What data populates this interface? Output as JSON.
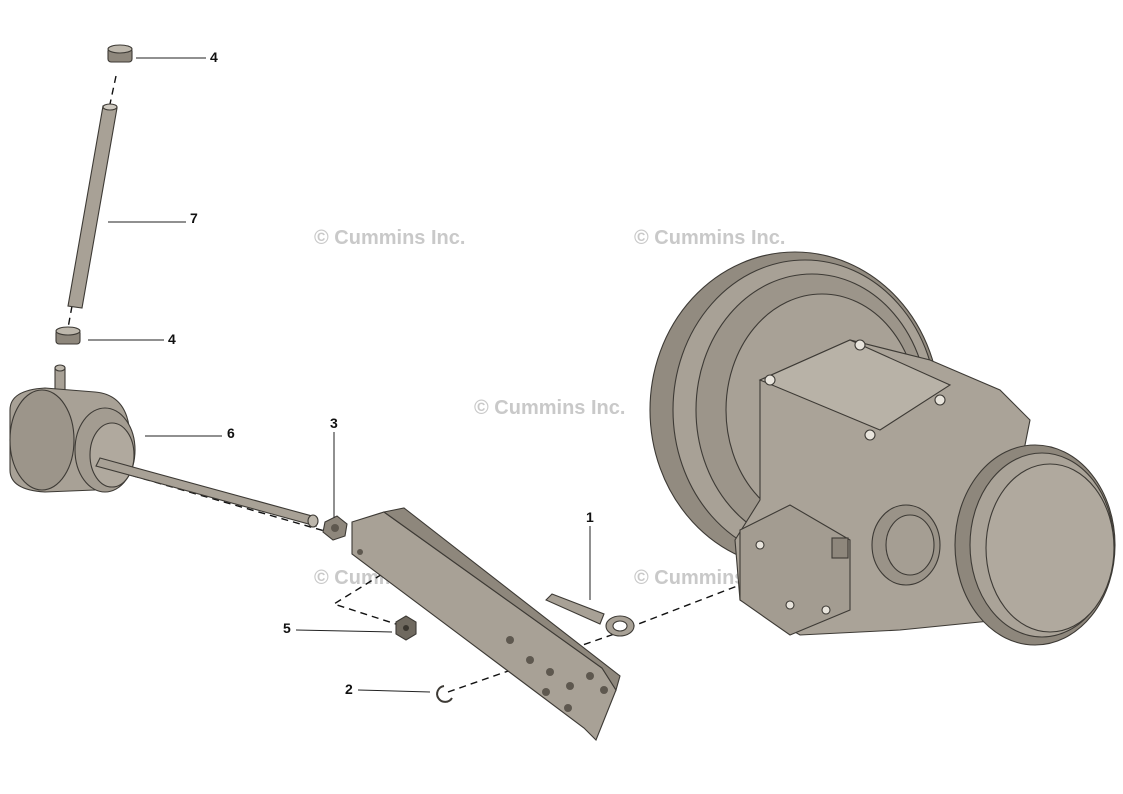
{
  "watermark": "© Cummins Inc.",
  "callouts": [
    "1",
    "2",
    "3",
    "4",
    "4",
    "5",
    "6",
    "7"
  ],
  "colors": {
    "part_fill": "#a8a196",
    "part_dark": "#7f786e",
    "part_light": "#bdb7ac",
    "outline": "#3d3a35"
  }
}
